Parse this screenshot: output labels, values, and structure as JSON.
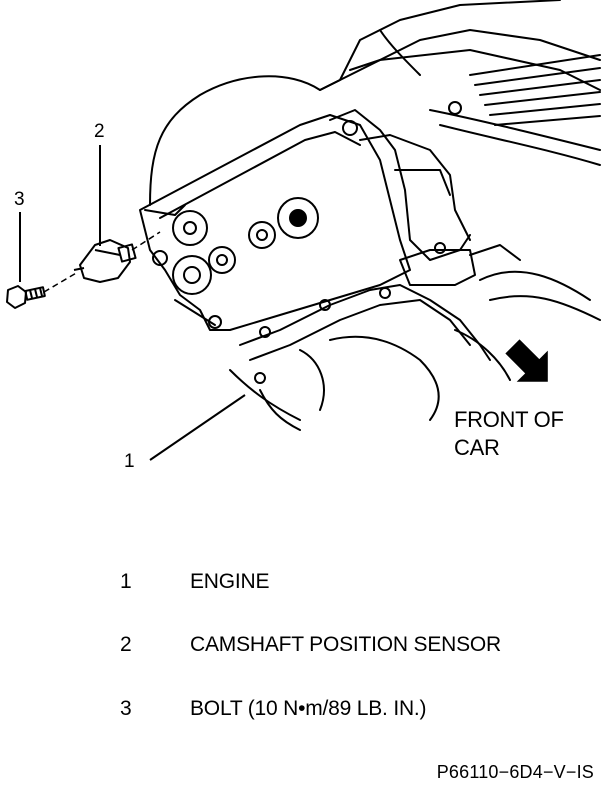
{
  "callouts": [
    {
      "number": "1"
    },
    {
      "number": "2"
    },
    {
      "number": "3"
    }
  ],
  "direction_label": {
    "line1": "FRONT OF",
    "line2": "CAR"
  },
  "legend": [
    {
      "number": "1",
      "text": "ENGINE"
    },
    {
      "number": "2",
      "text": "CAMSHAFT POSITION SENSOR"
    },
    {
      "number": "3",
      "text": "BOLT (10 N•m/89 LB. IN.)"
    }
  ],
  "figure_id": "P66110−6D4−V−IS"
}
